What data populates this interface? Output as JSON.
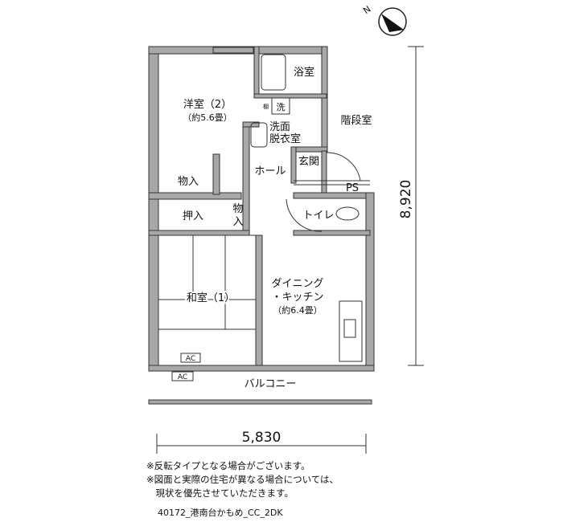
{
  "rooms": {
    "western": "洋室（2）",
    "western_size": "（約5.6畳）",
    "bath": "浴室",
    "laundry": "洗",
    "shelf": "棚",
    "washroom_1": "洗面",
    "washroom_2": "脱衣室",
    "stair": "階段室",
    "entrance": "玄関",
    "hall": "ホール",
    "ps": "PS",
    "closet1": "物入",
    "oshiire": "押入",
    "closet2_1": "物",
    "closet2_2": "入",
    "toilet": "トイレ",
    "japanese": "和室（1）",
    "dk_1": "ダイニング",
    "dk_2": "・キッチン",
    "dk_size": "（約6.4畳）",
    "ac1": "AC",
    "ac2": "AC",
    "balcony": "バルコニー"
  },
  "dimensions": {
    "height": "8,920",
    "width": "5,830"
  },
  "compass": {
    "label": "N"
  },
  "notes": [
    "※反転タイプとなる場合がございます。",
    "※図面と実際の住宅が異なる場合については、",
    "　現状を優先させていただきます。"
  ],
  "caption": "40172_港南台かもめ_CC_2DK"
}
